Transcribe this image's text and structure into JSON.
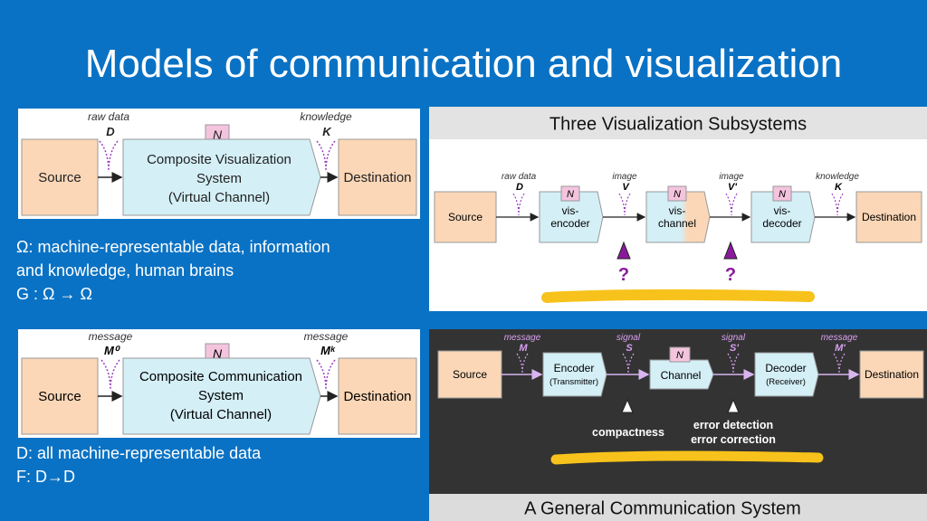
{
  "title": "Models of communication and visualization",
  "colors": {
    "background": "#0a72c4",
    "source_fill": "#fbd7b7",
    "channel_fill": "#d4eff6",
    "noise_fill": "#f4c4de",
    "arrow_purple": "#9b3fc1",
    "highlight_yellow": "#f7c21b"
  },
  "panel_top_left": {
    "raw_data_label": "raw data",
    "raw_data_symbol": "D",
    "knowledge_label": "knowledge",
    "knowledge_symbol": "K",
    "noise": "N",
    "source": "Source",
    "channel_line1": "Composite Visualization",
    "channel_line2": "System",
    "channel_line3": "(Virtual Channel)",
    "destination": "Destination"
  },
  "caption_top": {
    "line1": "Ω: machine-representable data, information",
    "line2": "and knowledge, human brains",
    "line3": "G : Ω → Ω"
  },
  "panel_top_right": {
    "header": "Three Visualization Subsystems",
    "raw_data_label": "raw data",
    "raw_data_symbol": "D",
    "image_label_1": "image",
    "image_symbol_1": "V",
    "image_label_2": "image",
    "image_symbol_2": "V'",
    "knowledge_label": "knowledge",
    "knowledge_symbol": "K",
    "noise": "N",
    "source": "Source",
    "encoder_line1": "vis-",
    "encoder_line2": "encoder",
    "channel_line1": "vis-",
    "channel_line2": "channel",
    "decoder_line1": "vis-",
    "decoder_line2": "decoder",
    "destination": "Destination",
    "question": "?"
  },
  "panel_bottom_left": {
    "message_label_1": "message",
    "message_symbol_1": "M⁰",
    "message_label_2": "message",
    "message_symbol_2": "Mᵏ",
    "noise": "N",
    "source": "Source",
    "channel_line1": "Composite Communication",
    "channel_line2": "System",
    "channel_line3": "(Virtual Channel)",
    "destination": "Destination"
  },
  "caption_bottom": {
    "line1": "D: all machine-representable data",
    "line2": "F: D→D"
  },
  "panel_bottom_right": {
    "message_label_1": "message",
    "message_symbol_1": "M",
    "signal_label_1": "signal",
    "signal_symbol_1": "S",
    "signal_label_2": "signal",
    "signal_symbol_2": "S'",
    "message_label_2": "message",
    "message_symbol_2": "M'",
    "noise": "N",
    "source": "Source",
    "encoder_line1": "Encoder",
    "encoder_line2": "(Transmitter)",
    "channel": "Channel",
    "decoder_line1": "Decoder",
    "decoder_line2": "(Receiver)",
    "destination": "Destination",
    "compactness": "compactness",
    "error_detection": "error detection",
    "error_correction": "error correction",
    "footer": "A General Communication System"
  }
}
